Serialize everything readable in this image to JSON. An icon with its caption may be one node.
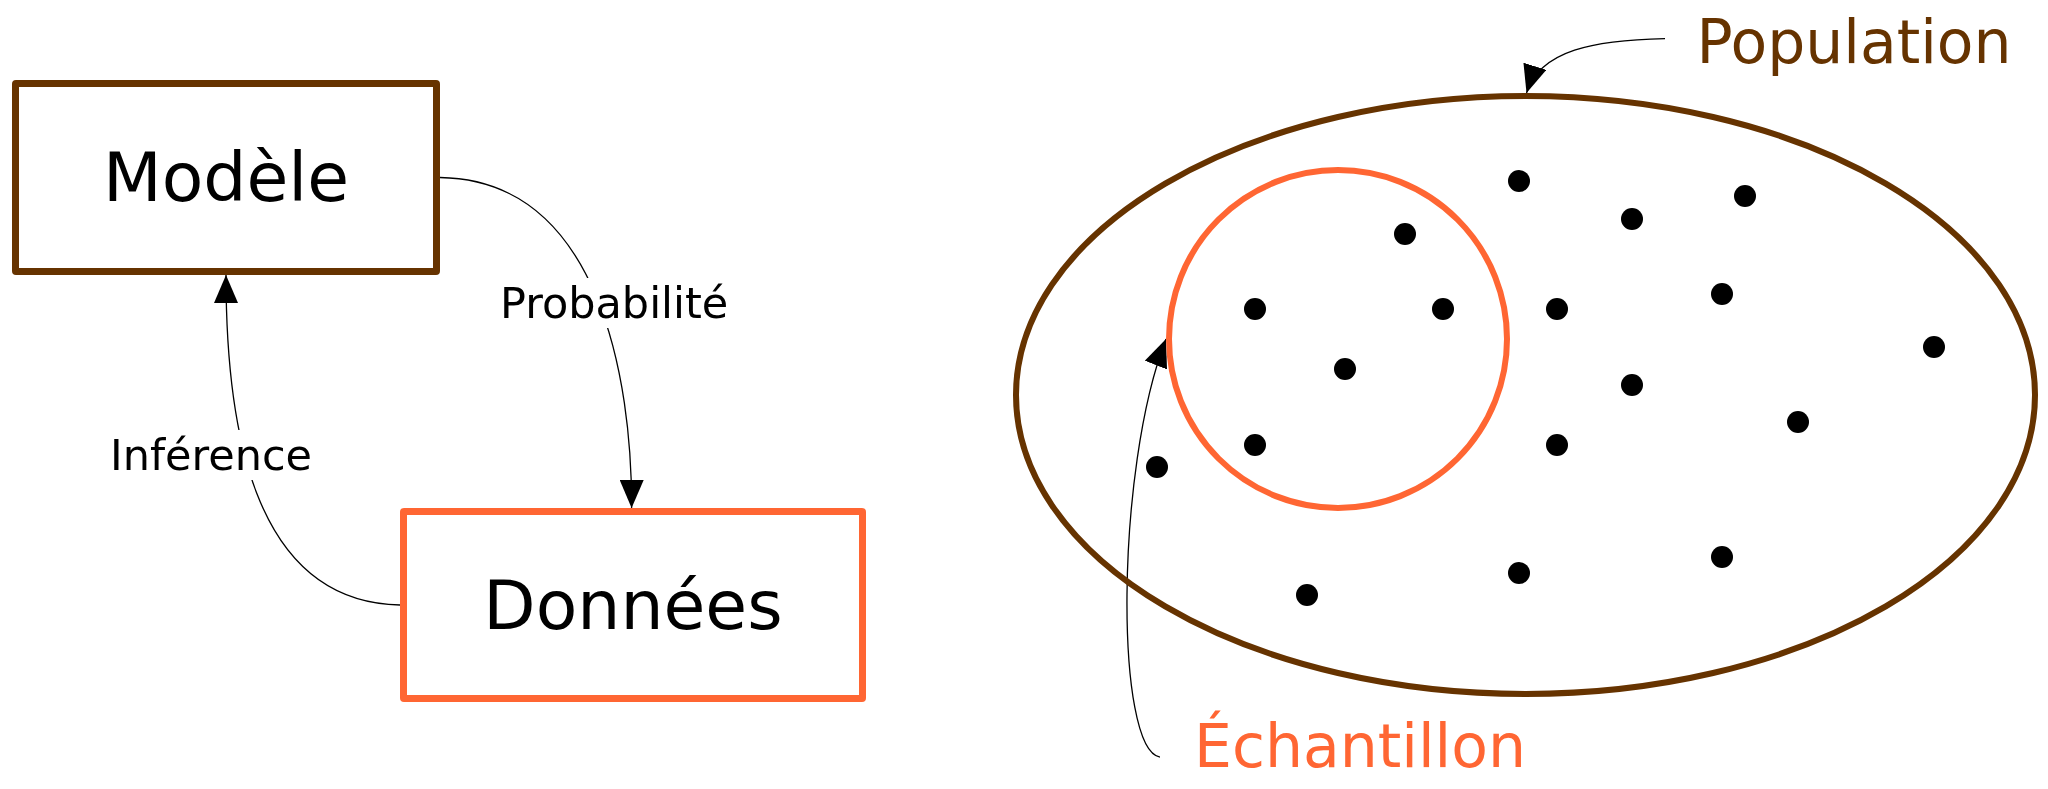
{
  "diagram": {
    "nodes": [
      {
        "text": [
          "Modèle"
        ]
      },
      {
        "text": [
          "Données"
        ]
      },
      {
        "text": [
          "Population"
        ]
      },
      {
        "text": [],
        "shape": "ellipse"
      },
      {
        "text": [],
        "shape": "circle",
        "in": 3
      },
      {
        "text": [
          "Échantillon"
        ]
      }
    ],
    "edges": [
      {
        "from": 0,
        "to": 1,
        "arrow": "to",
        "label": "Probabilité"
      },
      {
        "from": 1,
        "to": 0,
        "arrow": "to",
        "label": "Inférence"
      },
      {
        "from": 2,
        "to": 3,
        "arrow": "to"
      },
      {
        "from": 5,
        "to": 4,
        "arrow": "to"
      }
    ]
  }
}
